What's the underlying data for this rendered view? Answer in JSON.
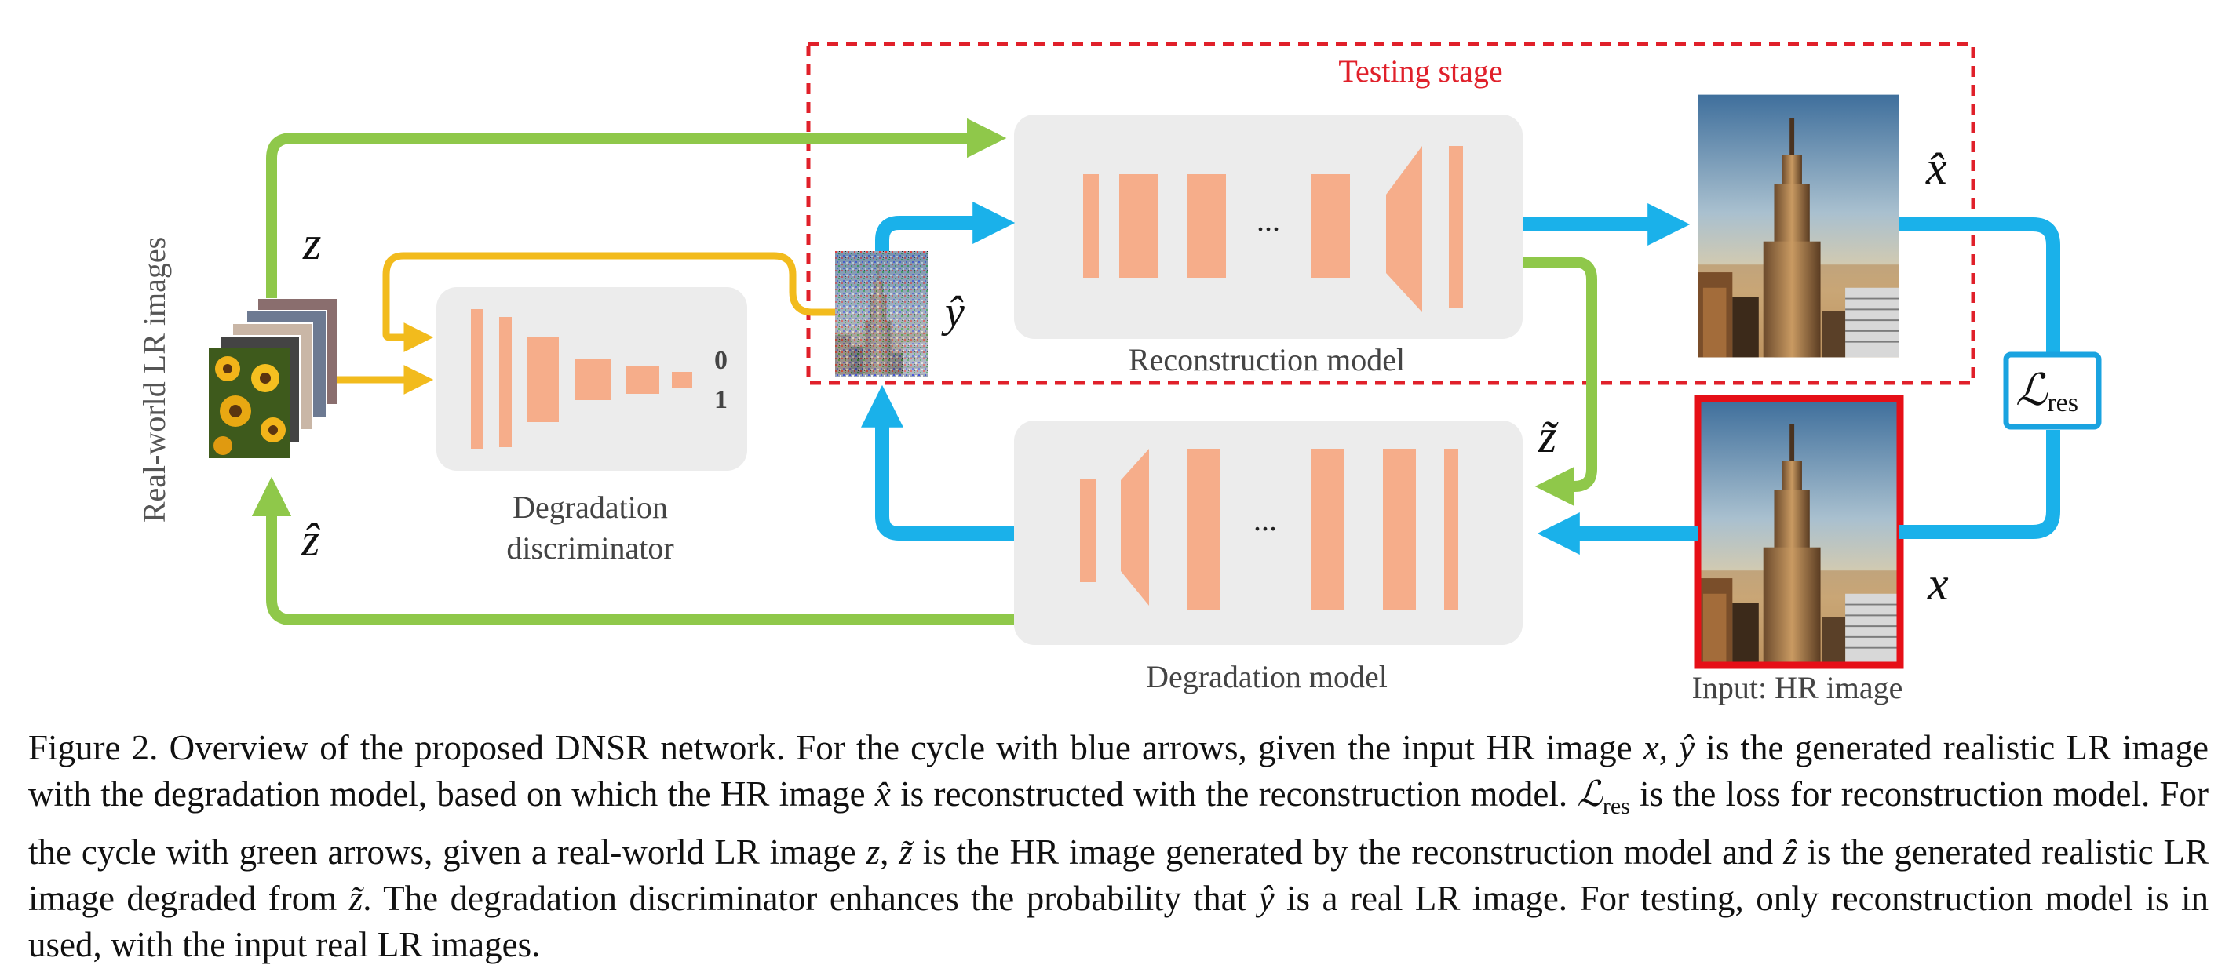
{
  "figure": {
    "testing_stage_label": "Testing stage",
    "side_label": "Real-world LR images",
    "reconstruction_label": "Reconstruction model",
    "degradation_model_label": "Degradation model",
    "discriminator_label_line1": "Degradation",
    "discriminator_label_line2": "discriminator",
    "disc_out_0": "0",
    "disc_out_1": "1",
    "input_hr_label": "Input: HR image",
    "ellipsis": "...",
    "sym_z": "z",
    "sym_z_hat": "ẑ",
    "sym_z_tilde": "z̃",
    "sym_y_hat": "ŷ",
    "sym_x": "x",
    "sym_x_hat": "x̂",
    "loss_L": "ℒ",
    "loss_sub": "res",
    "colors": {
      "blue_arrow": "#1ab1ea",
      "green_arrow": "#8fc84a",
      "yellow_arrow": "#f2bb1d",
      "block": "#f6ad8a",
      "panel": "#ececec",
      "testing_box": "#e0202a",
      "input_frame": "#e60f17",
      "loss_box": "#1aa3e0"
    },
    "icons": [
      "tower-photo-icon",
      "sunflower-photo-icon",
      "noisy-photo-icon"
    ]
  },
  "caption": {
    "p1": "Figure 2. Overview of the proposed DNSR network. For the cycle with blue arrows, given the input HR image ",
    "m1": "x",
    "p2": ", ",
    "m2": "ŷ",
    "p3": " is the generated realistic LR image with the degradation model, based on which the HR image ",
    "m3": "x̂",
    "p4": " is reconstructed with the reconstruction model. ",
    "m4": "ℒ",
    "m4sub": "res",
    "p5": " is the loss for reconstruction model. For the cycle with green arrows, given a real-world LR image ",
    "m5": "z",
    "p6": ", ",
    "m6": "z̃",
    "p7": " is the HR image generated by the reconstruction model and ",
    "m7": "ẑ",
    "p8": " is the generated realistic LR image degraded from ",
    "m8": "z̃",
    "p9": ". The degradation discriminator enhances the probability that ",
    "m9": "ŷ",
    "p10": " is a real LR image. For testing, only reconstruction model is in used, with the input real LR images."
  }
}
